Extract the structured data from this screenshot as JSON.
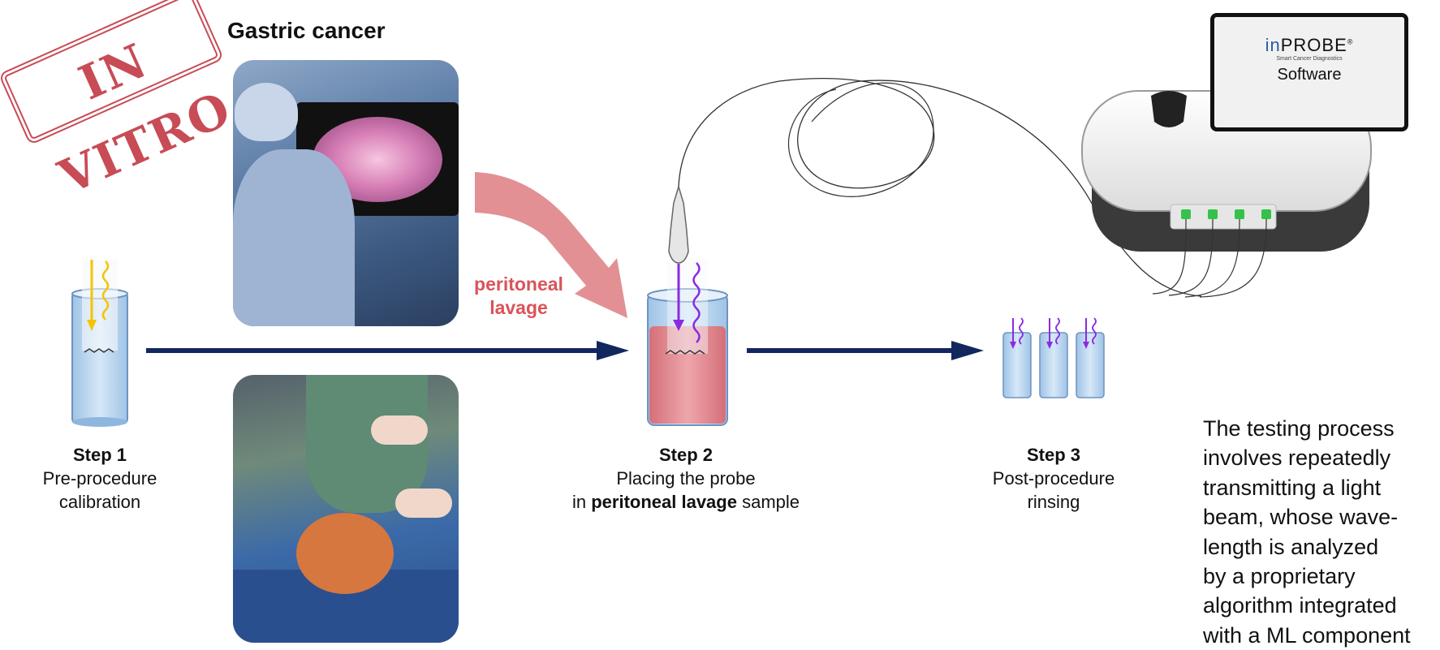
{
  "stamp": {
    "text": "IN VITRO"
  },
  "photos": {
    "heading": "Gastric cancer"
  },
  "flow": {
    "arrow_label_line1": "peritoneal",
    "arrow_label_line2": "lavage"
  },
  "steps": [
    {
      "number": "Step 1",
      "line1": "Pre-procedure",
      "line2": "calibration"
    },
    {
      "number": "Step 2",
      "line1": "Placing the probe",
      "line2_prefix": "in ",
      "line2_bold": "peritoneal lavage",
      "line2_suffix": " sample"
    },
    {
      "number": "Step 3",
      "line1": "Post-procedure",
      "line2": "rinsing"
    }
  ],
  "device": {
    "logo_in": "in",
    "logo_probe": "PROBE",
    "logo_reg": "®",
    "tagline": "Smart Cancer Diagnostics",
    "software_label": "Software"
  },
  "description": {
    "lines": [
      "The testing process",
      "involves repeatedly",
      "transmitting a light",
      "beam, whose wave-",
      "length is analyzed",
      "by a proprietary",
      "algorithm integrated",
      "with a ML component"
    ]
  },
  "colors": {
    "flow_arrow": "#12275e",
    "lavage_arrow": "#e08a8e",
    "lavage_text": "#d9545a",
    "tube_liquid": "#b9d3ee",
    "sample_liquid": "#e2787e",
    "light_beam": "#8a2be2",
    "calibration_beam": "#f5c400",
    "connector_green": "#35c24a"
  }
}
